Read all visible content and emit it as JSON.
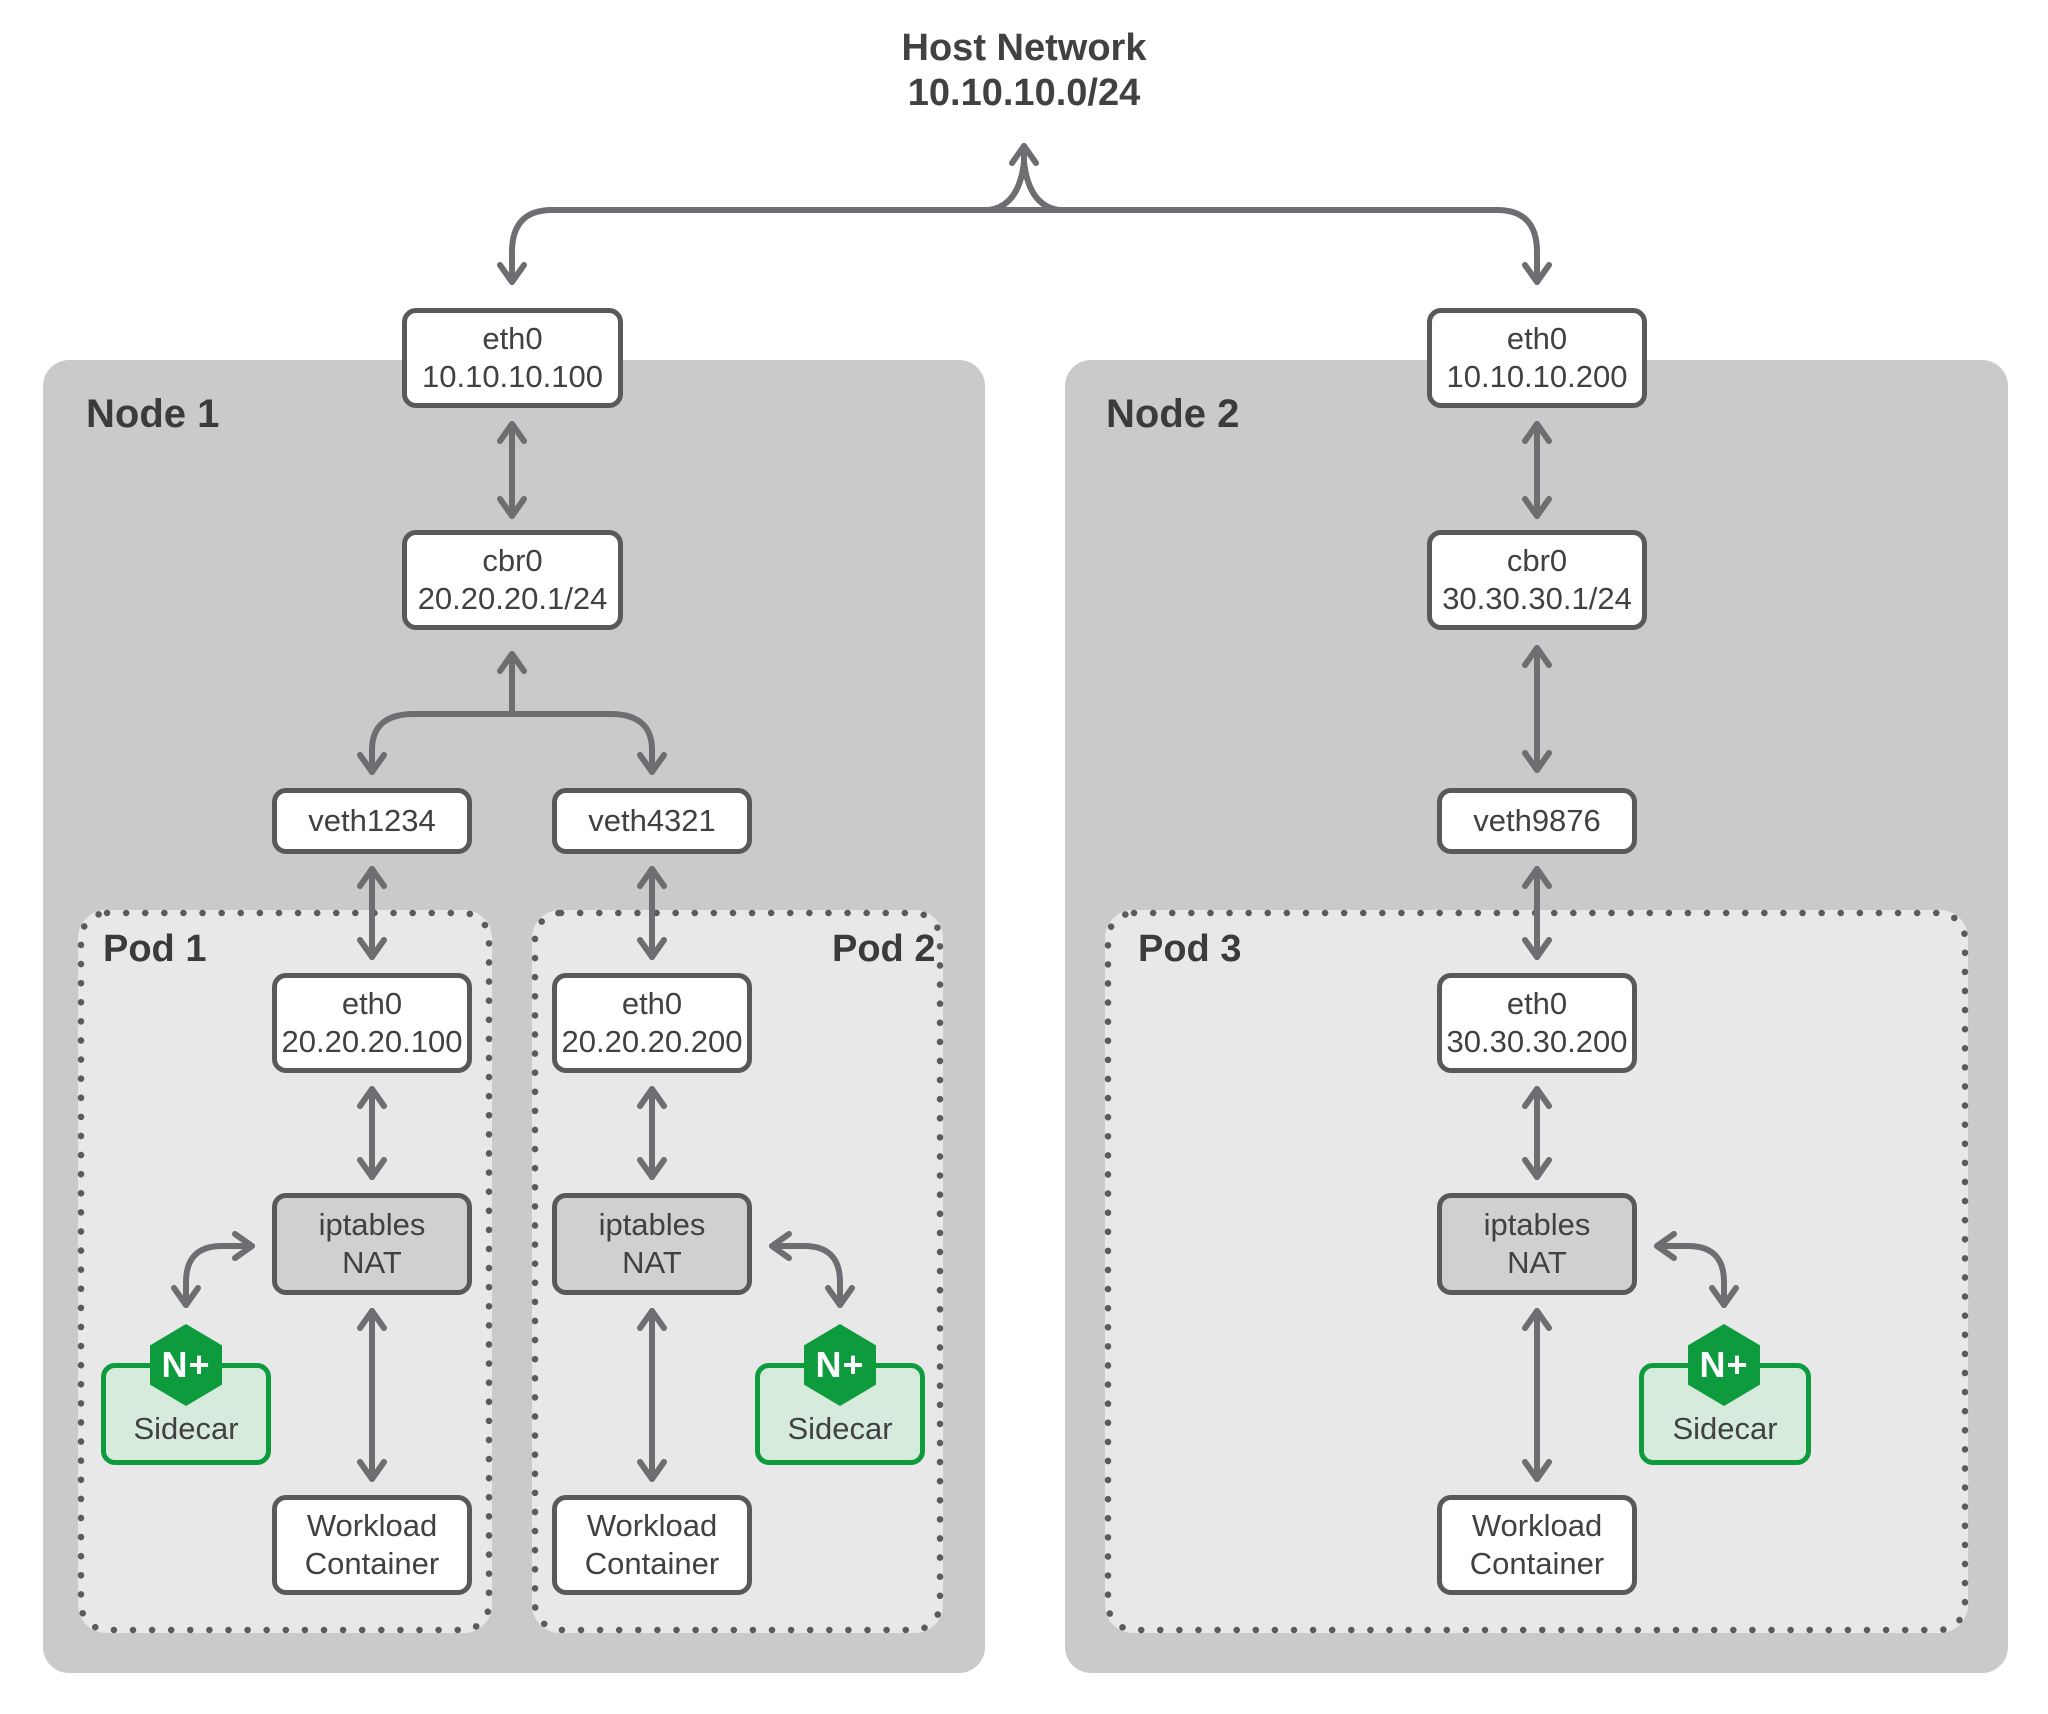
{
  "host_network": {
    "name": "Host Network",
    "cidr": "10.10.10.0/24"
  },
  "colors": {
    "node_fill": "#c9caca",
    "pod_fill": "#e8e8e8",
    "box_border": "#58595b",
    "arrow": "#6d6e71",
    "nat_fill": "#d0d0d1",
    "nginx_green": "#0d9b3e",
    "sidecar_fill": "#d7ebdc",
    "text": "#414042"
  },
  "nodes": [
    {
      "label": "Node 1",
      "eth": {
        "name": "eth0",
        "ip": "10.10.10.100"
      },
      "bridge": {
        "name": "cbr0",
        "cidr": "20.20.20.1/24"
      },
      "pods": [
        {
          "label": "Pod 1",
          "veth": "veth1234",
          "eth": {
            "name": "eth0",
            "ip": "20.20.20.100"
          },
          "nat": {
            "line1": "iptables",
            "line2": "NAT"
          },
          "sidecar": {
            "label": "Sidecar",
            "logo": "N+"
          },
          "workload": {
            "line1": "Workload",
            "line2": "Container"
          }
        },
        {
          "label": "Pod 2",
          "veth": "veth4321",
          "eth": {
            "name": "eth0",
            "ip": "20.20.20.200"
          },
          "nat": {
            "line1": "iptables",
            "line2": "NAT"
          },
          "sidecar": {
            "label": "Sidecar",
            "logo": "N+"
          },
          "workload": {
            "line1": "Workload",
            "line2": "Container"
          }
        }
      ]
    },
    {
      "label": "Node 2",
      "eth": {
        "name": "eth0",
        "ip": "10.10.10.200"
      },
      "bridge": {
        "name": "cbr0",
        "cidr": "30.30.30.1/24"
      },
      "pods": [
        {
          "label": "Pod 3",
          "veth": "veth9876",
          "eth": {
            "name": "eth0",
            "ip": "30.30.30.200"
          },
          "nat": {
            "line1": "iptables",
            "line2": "NAT"
          },
          "sidecar": {
            "label": "Sidecar",
            "logo": "N+"
          },
          "workload": {
            "line1": "Workload",
            "line2": "Container"
          }
        }
      ]
    }
  ]
}
